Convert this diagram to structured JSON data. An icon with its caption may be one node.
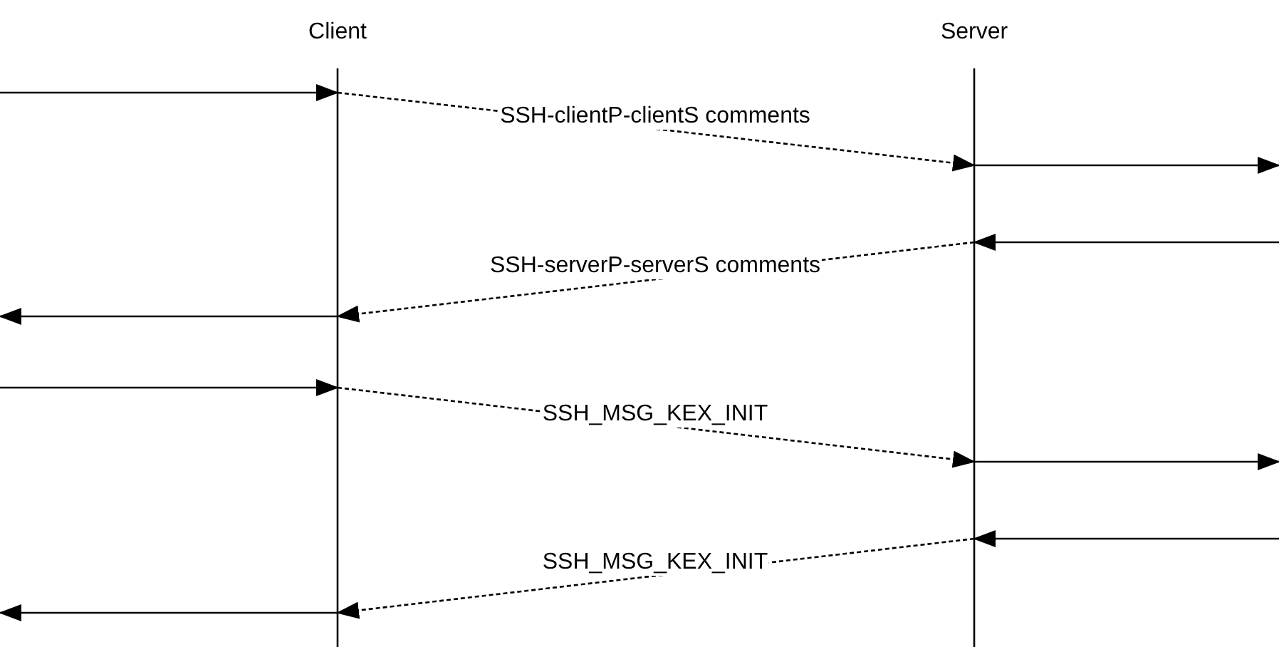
{
  "diagram": {
    "nodes": [
      {
        "text": [
          "Client"
        ]
      },
      {
        "text": [
          "Server"
        ]
      }
    ],
    "edges": [
      {
        "from": null,
        "to": 0,
        "arrow": "to"
      },
      {
        "from": 0,
        "to": 1,
        "arrow": "to",
        "style": "dashed",
        "label": "SSH-clientP-clientS comments"
      },
      {
        "from": 1,
        "to": null,
        "arrow": "to"
      },
      {
        "from": null,
        "to": 1,
        "arrow": "to"
      },
      {
        "from": 1,
        "to": 0,
        "arrow": "to",
        "style": "dashed",
        "label": "SSH-serverP-serverS comments"
      },
      {
        "from": 0,
        "to": null,
        "arrow": "to"
      },
      {
        "from": null,
        "to": 0,
        "arrow": "to"
      },
      {
        "from": 0,
        "to": 1,
        "arrow": "to",
        "style": "dashed",
        "label": "SSH_MSG_KEX_INIT"
      },
      {
        "from": 1,
        "to": null,
        "arrow": "to"
      },
      {
        "from": null,
        "to": 1,
        "arrow": "to"
      },
      {
        "from": 1,
        "to": 0,
        "arrow": "to",
        "style": "dashed",
        "label": "SSH_MSG_KEX_INIT"
      },
      {
        "from": 0,
        "to": null,
        "arrow": "to"
      }
    ]
  }
}
